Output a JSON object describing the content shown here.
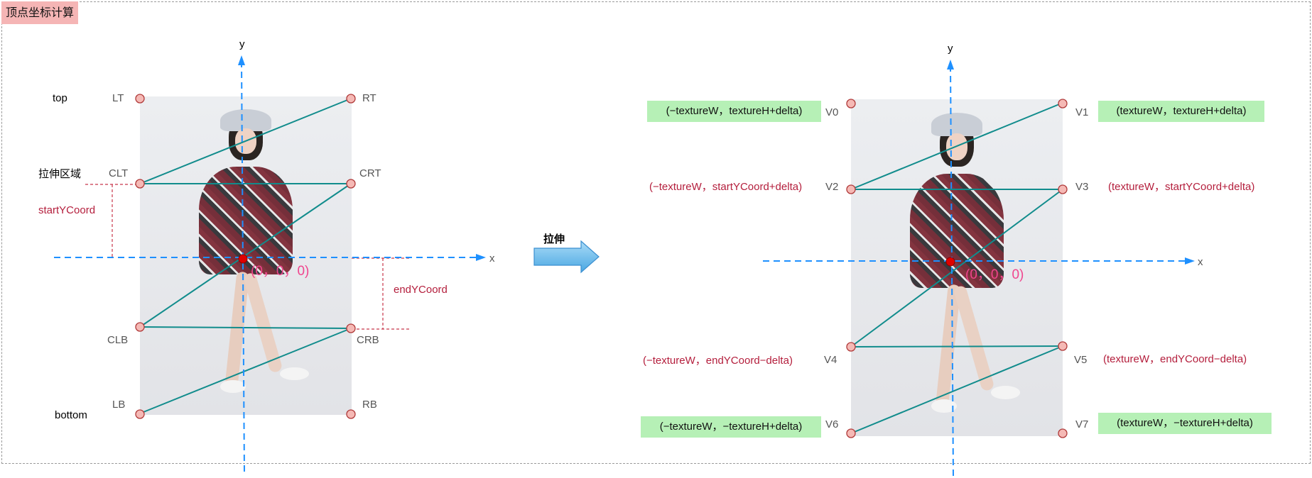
{
  "title": "顶点坐标计算",
  "origin_label": "(0，0，0)",
  "axis_labels": {
    "x": "x",
    "y": "y"
  },
  "center_arrow_label": "拉伸",
  "left": {
    "side_labels": {
      "top": "top",
      "stretch_region": "拉伸区域",
      "startYCoord": "startYCoord",
      "endYCoord": "endYCoord",
      "bottom": "bottom"
    },
    "vertex_labels": {
      "LT": "LT",
      "RT": "RT",
      "CLT": "CLT",
      "CRT": "CRT",
      "CLB": "CLB",
      "CRB": "CRB",
      "LB": "LB",
      "RB": "RB"
    }
  },
  "right": {
    "vertex_labels": {
      "V0": "V0",
      "V1": "V1",
      "V2": "V2",
      "V3": "V3",
      "V4": "V4",
      "V5": "V5",
      "V6": "V6",
      "V7": "V7"
    },
    "coords": {
      "v0": "(−textureW，textureH+delta)",
      "v1": "(textureW，textureH+delta)",
      "v2": "(−textureW，startYCoord+delta)",
      "v3": "(textureW，startYCoord+delta)",
      "v4": "(−textureW，endYCoord−delta)",
      "v5": "(textureW，endYCoord−delta)",
      "v6": "(−textureW，−textureH+delta)",
      "v7": "(textureW，−textureH+delta)"
    }
  },
  "colors": {
    "axis": "#1e90ff",
    "triangle_line": "#118c8c",
    "vertex_fill": "#f5b9b5",
    "vertex_stroke": "#b03a3a",
    "origin_dot": "#e00000",
    "dash_red": "#c8364a",
    "highlight_box": "#b6f0b6",
    "title_bg": "#f5b5b5"
  }
}
